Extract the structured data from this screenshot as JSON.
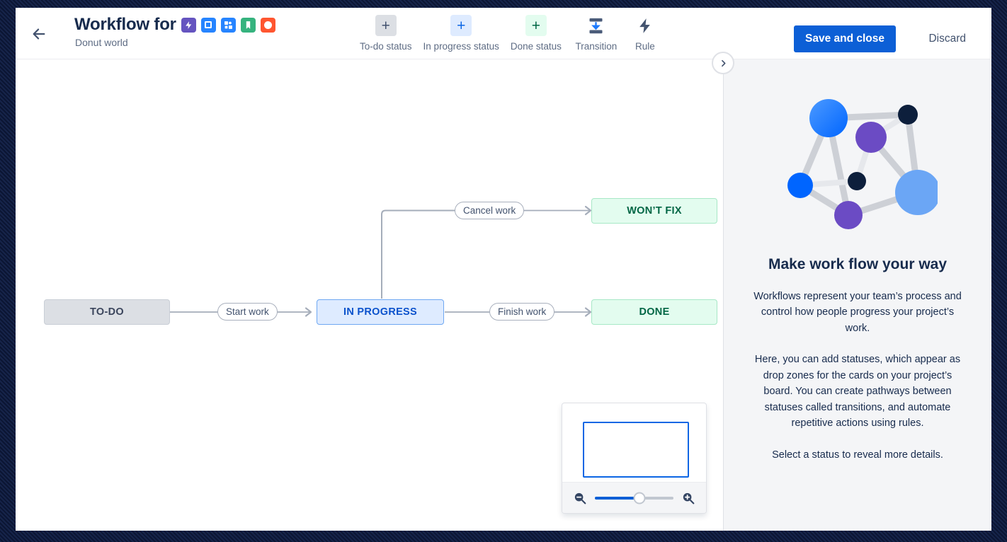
{
  "header": {
    "back_icon": "arrow-left-icon",
    "title": "Workflow for",
    "subtitle": "Donut world",
    "app_icons": [
      {
        "name": "lightning-app-icon",
        "color": "#6554c0",
        "glyph": "⚡"
      },
      {
        "name": "square-app-icon",
        "color": "#2684ff",
        "glyph": "□"
      },
      {
        "name": "sitemap-app-icon",
        "color": "#2684ff",
        "glyph": "⬚"
      },
      {
        "name": "bookmark-app-icon",
        "color": "#36b37e",
        "glyph": "🔖"
      },
      {
        "name": "circle-app-icon",
        "color": "#ff5630",
        "glyph": "●"
      }
    ],
    "save_label": "Save and close",
    "discard_label": "Discard",
    "save_bg": "#0c5fd6"
  },
  "toolbar": {
    "items": [
      {
        "label": "To-do status",
        "icon": "plus-icon",
        "icon_bg": "#dcdfe4",
        "icon_color": "#42526e"
      },
      {
        "label": "In progress status",
        "icon": "plus-icon",
        "icon_bg": "#deebff",
        "icon_color": "#0c66e4"
      },
      {
        "label": "Done status",
        "icon": "plus-icon",
        "icon_bg": "#e3fcef",
        "icon_color": "#006644"
      },
      {
        "label": "Transition",
        "icon": "transition-icon",
        "icon_bg": "transparent",
        "icon_color": "#42526e"
      },
      {
        "label": "Rule",
        "icon": "lightning-bolt-icon",
        "icon_bg": "transparent",
        "icon_color": "#42526e"
      }
    ]
  },
  "canvas": {
    "collapse_icon": "chevron-right-icon",
    "nodes": [
      {
        "id": "todo",
        "label": "TO-DO",
        "type": "todo"
      },
      {
        "id": "inprogress",
        "label": "IN PROGRESS",
        "type": "inprogress"
      },
      {
        "id": "done",
        "label": "DONE",
        "type": "done"
      },
      {
        "id": "wontfix",
        "label": "WON’T FIX",
        "type": "done"
      }
    ],
    "transitions": [
      {
        "id": "start",
        "label": "Start work",
        "from": "todo",
        "to": "inprogress"
      },
      {
        "id": "finish",
        "label": "Finish work",
        "from": "inprogress",
        "to": "done"
      },
      {
        "id": "cancel",
        "label": "Cancel work",
        "from": "inprogress",
        "to": "wontfix"
      }
    ],
    "edge_color": "#a5adba"
  },
  "minimap": {
    "zoom_out_icon": "zoom-out-icon",
    "zoom_in_icon": "zoom-in-icon",
    "zoom_percent": 57
  },
  "sidebar": {
    "illustration": "network-graph-illustration",
    "title": "Make work flow your way",
    "paragraphs": [
      "Workflows represent your team’s process and control how people progress your project’s work.",
      "Here, you can add statuses, which appear as drop zones for the cards on your project’s board. You can create pathways between statuses called transitions, and automate repetitive actions using rules.",
      "Select a status to reveal more details."
    ]
  }
}
